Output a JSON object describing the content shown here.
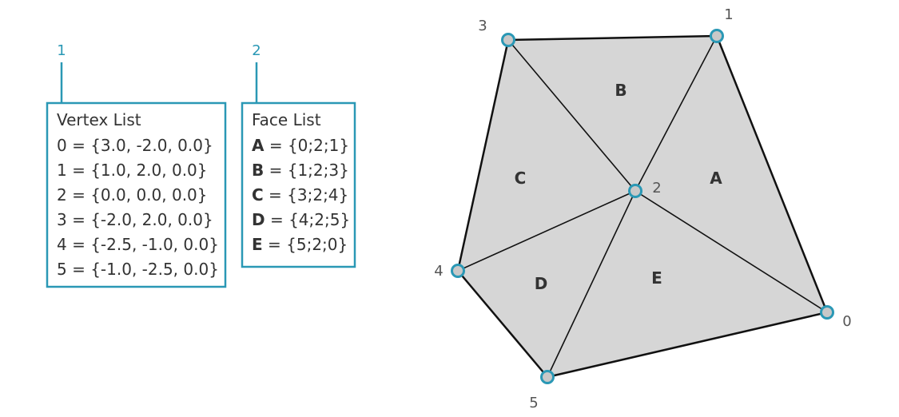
{
  "callouts": {
    "vertex_list_number": "1",
    "face_list_number": "2"
  },
  "vertex_list": {
    "title": "Vertex List",
    "rows": [
      "0 = {3.0, -2.0, 0.0}",
      "1 = {1.0, 2.0, 0.0}",
      "2 = {0.0, 0.0, 0.0}",
      "3 = {-2.0, 2.0, 0.0}",
      "4 = {-2.5, -1.0, 0.0}",
      "5 = {-1.0, -2.5, 0.0}"
    ]
  },
  "face_list": {
    "title": "Face List",
    "rows": [
      {
        "key": "A",
        "value": " = {0;2;1}"
      },
      {
        "key": "B",
        "value": " = {1;2;3}"
      },
      {
        "key": "C",
        "value": " = {3;2;4}"
      },
      {
        "key": "D",
        "value": " = {4;2;5}"
      },
      {
        "key": "E",
        "value": " = {5;2;0}"
      }
    ]
  },
  "mesh": {
    "vertices": [
      {
        "id": "0",
        "x": 3.0,
        "y": -2.0,
        "label": "0"
      },
      {
        "id": "1",
        "x": 1.0,
        "y": 2.0,
        "label": "1"
      },
      {
        "id": "2",
        "x": 0.0,
        "y": 0.0,
        "label": "2"
      },
      {
        "id": "3",
        "x": -2.0,
        "y": 2.0,
        "label": "3"
      },
      {
        "id": "4",
        "x": -2.5,
        "y": -1.0,
        "label": "4"
      },
      {
        "id": "5",
        "x": -1.0,
        "y": -2.5,
        "label": "5"
      }
    ],
    "faces": [
      {
        "label": "A",
        "vertices": [
          "0",
          "2",
          "1"
        ]
      },
      {
        "label": "B",
        "vertices": [
          "1",
          "2",
          "3"
        ]
      },
      {
        "label": "C",
        "vertices": [
          "3",
          "2",
          "4"
        ]
      },
      {
        "label": "D",
        "vertices": [
          "4",
          "2",
          "5"
        ]
      },
      {
        "label": "E",
        "vertices": [
          "5",
          "2",
          "0"
        ]
      }
    ]
  },
  "colors": {
    "accent": "#2a98b5",
    "face_fill": "#d6d6d6",
    "edge": "#111111",
    "vertex_fill": "#c8c8c8",
    "text": "#333333"
  }
}
